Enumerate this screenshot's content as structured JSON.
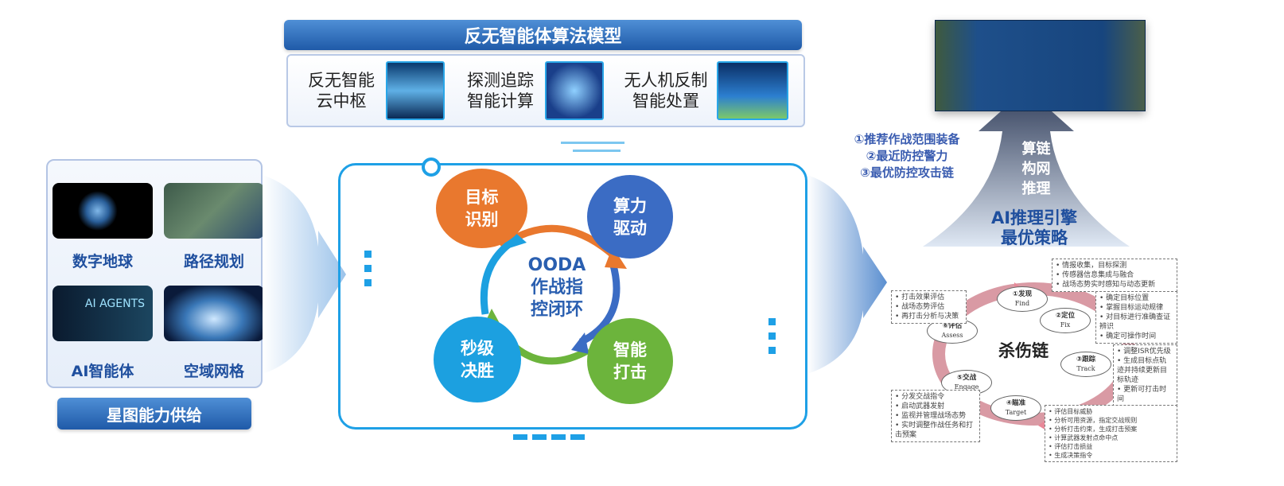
{
  "top_banner": "反无智能体算法模型",
  "algorithms": [
    {
      "label_line1": "反无智能",
      "label_line2": "云中枢"
    },
    {
      "label_line1": "探测追踪",
      "label_line2": "智能计算"
    },
    {
      "label_line1": "无人机反制",
      "label_line2": "智能处置"
    }
  ],
  "capabilities": [
    {
      "label": "数字地球"
    },
    {
      "label": "路径规划"
    },
    {
      "label": "AI智能体",
      "image_text": "AI AGENTS"
    },
    {
      "label": "空域网格"
    }
  ],
  "capability_banner": "星图能力供给",
  "ooda": {
    "center_line1": "OODA",
    "center_line2": "作战指",
    "center_line3": "控闭环",
    "nodes": [
      {
        "line1": "目标",
        "line2": "识别",
        "color": "#e9782e"
      },
      {
        "line1": "算力",
        "line2": "驱动",
        "color": "#3b6cc4"
      },
      {
        "line1": "智能",
        "line2": "打击",
        "color": "#6cb43c"
      },
      {
        "line1": "秒级",
        "line2": "决胜",
        "color": "#1ca0e0"
      }
    ]
  },
  "recommendations": [
    "①推荐作战范围装备",
    "②最近防控警力",
    "③最优防控攻击链"
  ],
  "arrow_text": [
    "算链",
    "构网",
    "推理"
  ],
  "ai_engine": {
    "line1": "AI推理引擎",
    "line2": "最优策略"
  },
  "kill_chain": {
    "title": "杀伤链",
    "nodes": [
      {
        "cn": "①发现",
        "en": "Find",
        "notes": [
          "情报收集，目标探测",
          "传感器信息集成与融合",
          "战场态势实时感知与动态更新"
        ]
      },
      {
        "cn": "②定位",
        "en": "Fix",
        "notes": [
          "确定目标位置",
          "掌握目标运动规律",
          "对目标进行准确查证辨识",
          "确定可操作时间"
        ]
      },
      {
        "cn": "③跟踪",
        "en": "Track",
        "notes": [
          "调整ISR优先级",
          "生成目标点轨迹并持续更新目标轨迹",
          "更新可打击时间"
        ]
      },
      {
        "cn": "④瞄准",
        "en": "Target",
        "notes": [
          "评估目标威胁",
          "分析可用资源，指定交战规则",
          "分析打击约束，生成打击预案",
          "计算武器发射点命中点",
          "评估打击损益",
          "生成决策指令"
        ]
      },
      {
        "cn": "⑤交战",
        "en": "Engage",
        "notes": [
          "分发交战指令",
          "启动武器发射",
          "监视并管理战场态势",
          "实时调整作战任务和打击预案"
        ]
      },
      {
        "cn": "⑥评估",
        "en": "Assess",
        "notes": [
          "打击效果评估",
          "战场态势评估",
          "再打击分析与决策"
        ]
      }
    ]
  }
}
